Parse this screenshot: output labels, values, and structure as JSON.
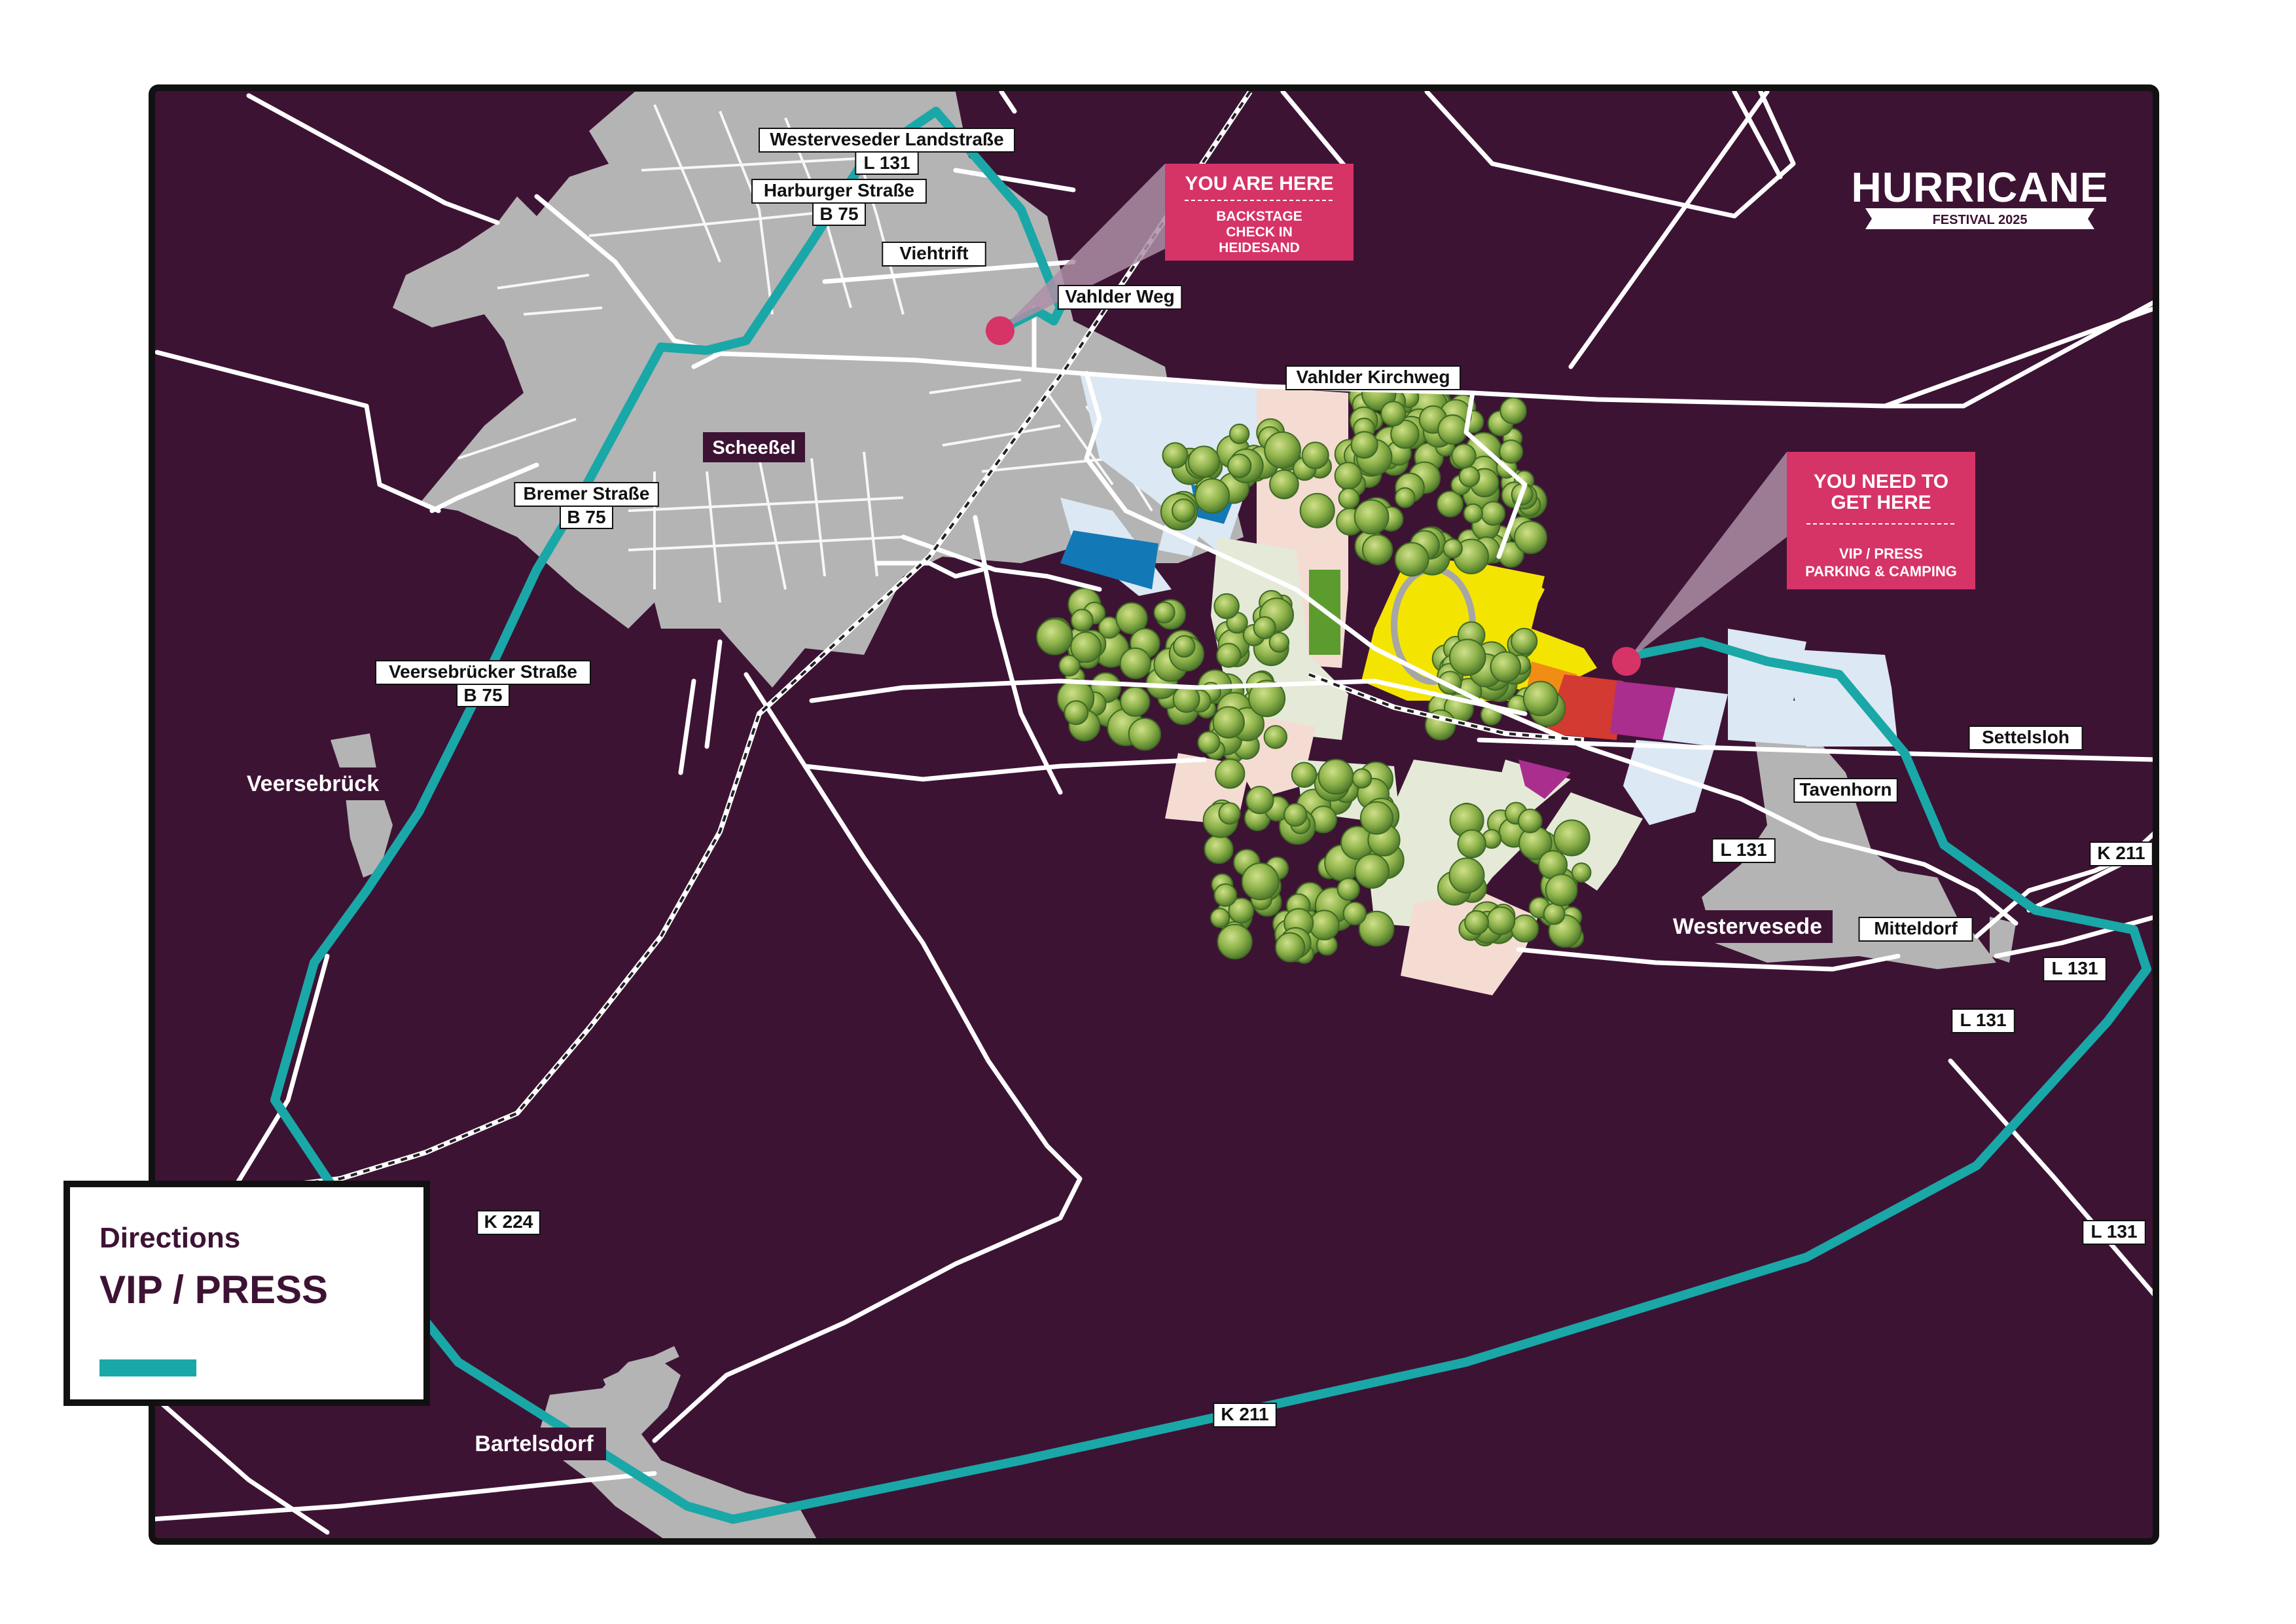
{
  "brand": {
    "name": "HURRICANE",
    "edition": "FESTIVAL 2025"
  },
  "colors": {
    "background": "#3d1334",
    "route": "#1aa7a7",
    "town": "#b4b4b4",
    "road": "#ffffff",
    "callout": "#d63367",
    "legend_bg": "#ffffff"
  },
  "legend": {
    "title": "Directions",
    "subtitle": "VIP / PRESS",
    "swatch_color": "#1aa7a7"
  },
  "callouts": {
    "you_are_here": {
      "title": "YOU ARE HERE",
      "line1": "BACKSTAGE",
      "line2": "CHECK IN",
      "line3": "HEIDESAND"
    },
    "you_need_to_get_here": {
      "title1": "YOU NEED TO",
      "title2": "GET HERE",
      "line1": "VIP / PRESS",
      "line2": "PARKING & CAMPING"
    }
  },
  "places": {
    "scheessel": "Scheeßel",
    "veersebrueck": "Veersebrück",
    "westervesede": "Westervesede",
    "bartelsdorf": "Bartelsdorf"
  },
  "road_labels": {
    "westerveseder_name": "Westerveseder Landstraße",
    "westerveseder_num": "L 131",
    "harburger_name": "Harburger Straße",
    "harburger_num": "B 75",
    "viehtrift": "Viehtrift",
    "vahlder_weg": "Vahlder Weg",
    "vahlder_kirchweg": "Vahlder Kirchweg",
    "bremer_name": "Bremer Straße",
    "bremer_num": "B 75",
    "veersebruecker_name": "Veersebrücker Straße",
    "veersebruecker_num": "B 75",
    "settelsloh": "Settelsloh",
    "tavenhorn": "Tavenhorn",
    "l131_a": "L 131",
    "k211_a": "K 211",
    "mitteldorf": "Mitteldorf",
    "l131_b": "L 131",
    "l131_c": "L 131",
    "l131_d": "L 131",
    "k224": "K 224",
    "k211_b": "K 211"
  }
}
